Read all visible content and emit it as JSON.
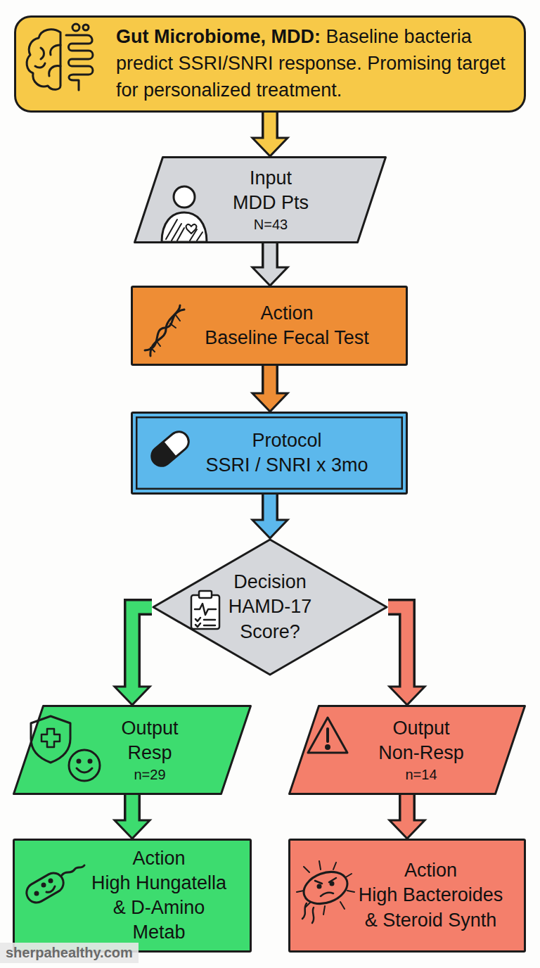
{
  "diagram": {
    "nodes": [
      {
        "text": [
          "Gut Microbiome, MDD:",
          "Baseline bacteria predict SSRI/SNRI response. Promising target for personalized treatment."
        ]
      },
      {
        "text": [
          "Input",
          "MDD Pts",
          "N=43"
        ]
      },
      {
        "text": [
          "Action",
          "Baseline Fecal Test"
        ]
      },
      {
        "text": [
          "Protocol",
          "SSRI / SNRI x 3mo"
        ]
      },
      {
        "text": [
          "Decision",
          "HAMD-17 Score?"
        ]
      },
      {
        "text": [
          "Output",
          "Resp",
          "n=29"
        ]
      },
      {
        "text": [
          "Output",
          "Non-Resp",
          "n=14"
        ]
      },
      {
        "text": [
          "Action",
          "High Hungatella & D-Amino Metab"
        ]
      },
      {
        "text": [
          "Action",
          "High Bacteroides & Steroid Synth"
        ]
      }
    ],
    "edges": [
      {
        "from": 0,
        "to": 1,
        "arrow": "to"
      },
      {
        "from": 1,
        "to": 2,
        "arrow": "to"
      },
      {
        "from": 2,
        "to": 3,
        "arrow": "to"
      },
      {
        "from": 3,
        "to": 4,
        "arrow": "to"
      },
      {
        "from": 4,
        "to": 5,
        "arrow": "to"
      },
      {
        "from": 4,
        "to": 6,
        "arrow": "to"
      },
      {
        "from": 5,
        "to": 7,
        "arrow": "to"
      },
      {
        "from": 6,
        "to": 8,
        "arrow": "to"
      }
    ],
    "labels": [
      "sherpahealthy.com"
    ]
  }
}
